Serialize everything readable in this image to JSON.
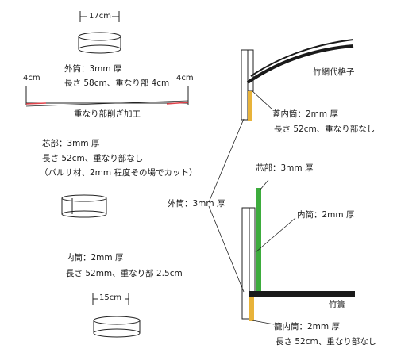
{
  "dimensions": {
    "top_width": "17cm",
    "bottom_width": "15cm",
    "overlap_left": "4cm",
    "overlap_right": "4cm"
  },
  "left_notes": {
    "outer_thickness": "外筒：3mm 厚",
    "outer_length": "長さ 58cm、重なり部 4cm",
    "bevel": "重なり部削ぎ加工",
    "core_thickness": "芯部：3mm 厚",
    "core_length": "長さ 52cm、重なり部なし",
    "core_note": "（バルサ材、2mm 程度その場でカット）",
    "inner_thickness": "内筒：2mm 厚",
    "inner_length": "長さ 52mm、重なり部 2.5cm"
  },
  "section": {
    "lid_lattice": "竹網代格子",
    "lid_inner_thickness": "蓋内筒：2mm 厚",
    "lid_inner_length": "長さ 52cm、重なり部なし",
    "outer_label": "外筒：3mm 厚",
    "core_label": "芯部：3mm 厚",
    "inner_label": "内筒：2mm 厚",
    "bamboo_slat": "竹簀",
    "basket_inner_thickness": "籠内筒：2mm 厚",
    "basket_inner_length": "長さ 52cm、重なり部なし"
  },
  "colors": {
    "inner_tube": "#e8b33a",
    "core": "#3dac3d",
    "lattice": "#1a1a1a",
    "bevel_line": "#e0424a"
  }
}
